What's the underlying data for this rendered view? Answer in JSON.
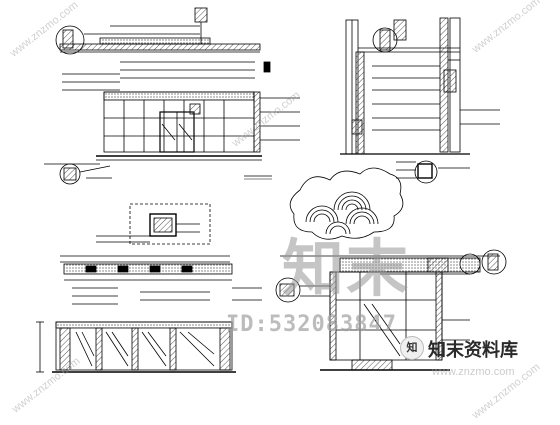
{
  "drawing": {
    "background": "#ffffff",
    "line_color": "#000000",
    "hatch_color": "#555555"
  },
  "watermark": {
    "brand_cn": "知末",
    "id_text": "ID:532083847",
    "library_cn": "知末资料库",
    "site": "www.znzmo.com",
    "diagonal_site": "www.znzmo.com",
    "logo_glyph": "知",
    "color": "#9a9a9a"
  }
}
